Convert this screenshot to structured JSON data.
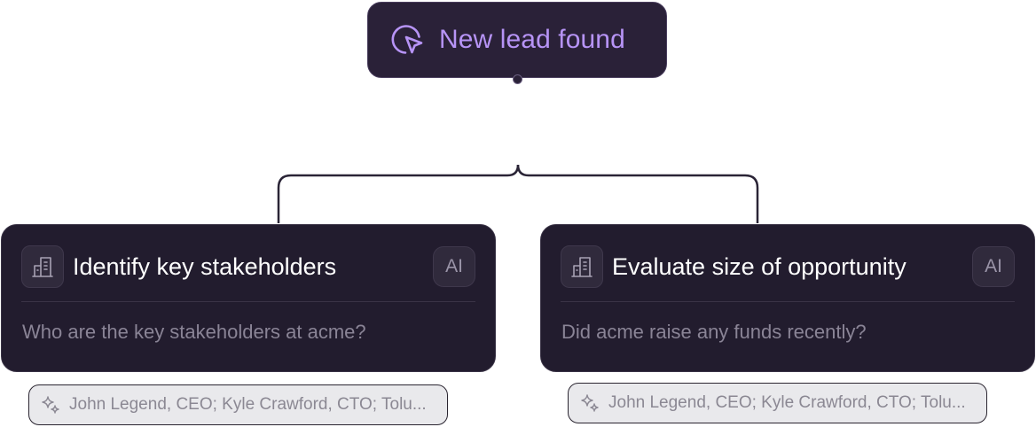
{
  "trigger": {
    "icon": "cursor-click-icon",
    "label": "New lead found",
    "accent_color": "#b794f6"
  },
  "steps": [
    {
      "icon": "building-icon",
      "title": "Identify key stakeholders",
      "badge": "AI",
      "prompt": "Who are the key stakeholders at acme?",
      "result_icon": "sparkle-icon",
      "result": "John Legend, CEO; Kyle Crawford, CTO; Tolu..."
    },
    {
      "icon": "building-icon",
      "title": "Evaluate size of opportunity",
      "badge": "AI",
      "prompt": "Did acme raise any funds recently?",
      "result_icon": "sparkle-icon",
      "result": "John Legend, CEO; Kyle Crawford, CTO; Tolu..."
    }
  ],
  "colors": {
    "node_background": "#221c2e",
    "trigger_background": "#2a2138",
    "connector": "#2a2436",
    "connector_highlight": "#9b7fe0"
  }
}
